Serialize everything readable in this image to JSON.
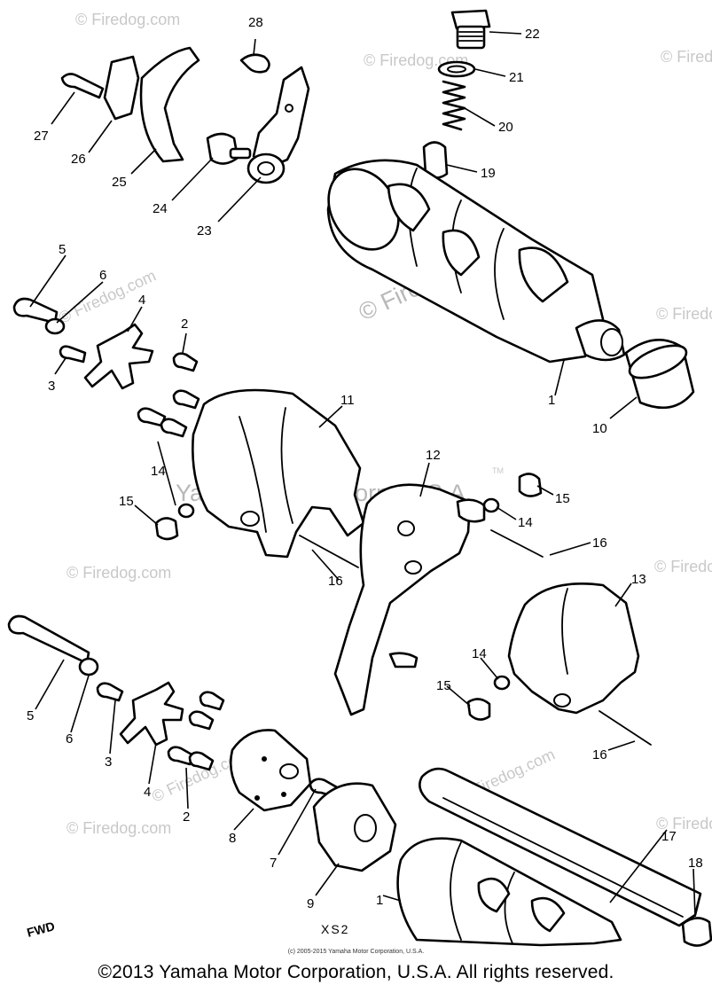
{
  "watermarks": {
    "repeat": "© Firedog.com",
    "center": "© Firedog.com",
    "overlay": "Yamaha Motor Corp. U.S.A.",
    "tm": "TM"
  },
  "labels": {
    "p1a": "1",
    "p1b": "1",
    "p2a": "2",
    "p2b": "2",
    "p3a": "3",
    "p3b": "3",
    "p4a": "4",
    "p4b": "4",
    "p5a": "5",
    "p5b": "5",
    "p6a": "6",
    "p6b": "6",
    "p7": "7",
    "p8": "8",
    "p9": "9",
    "p10": "10",
    "p11": "11",
    "p12": "12",
    "p13": "13",
    "p14a": "14",
    "p14b": "14",
    "p14c": "14",
    "p15a": "15",
    "p15b": "15",
    "p15c": "15",
    "p16a": "16",
    "p16b": "16",
    "p16c": "16",
    "p17": "17",
    "p18": "18",
    "p19": "19",
    "p20": "20",
    "p21": "21",
    "p22": "22",
    "p23": "23",
    "p24": "24",
    "p25": "25",
    "p26": "26",
    "p27": "27",
    "p28": "28"
  },
  "model_code": "XS2",
  "forward_mark": "FWD",
  "small_copyright": "(c) 2005-2015 Yamaha Motor Corporation, U.S.A.",
  "copyright": "©2013 Yamaha Motor Corporation, U.S.A. All rights reserved."
}
